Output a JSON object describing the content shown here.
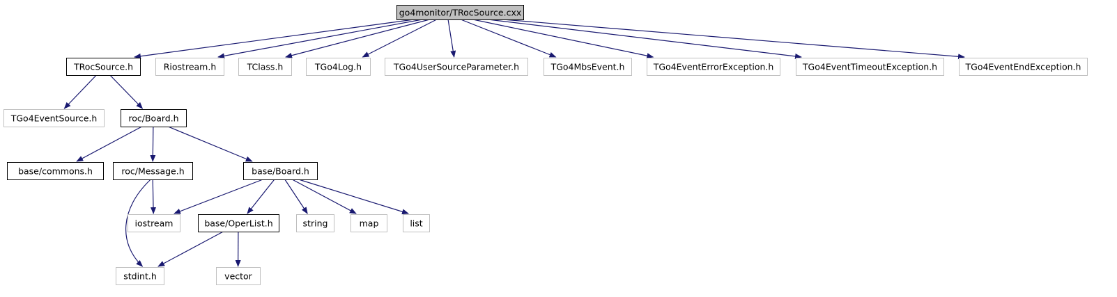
{
  "colors": {
    "edge": "#191970",
    "root_fill": "#bfbfbf",
    "doc_border": "#000000",
    "ext_border": "#bfbfbf",
    "node_fill": "#ffffff",
    "text": "#000000"
  },
  "nodes": [
    {
      "id": "root",
      "label": "go4monitor/TRocSource.cxx",
      "kind": "root"
    },
    {
      "id": "trocsource",
      "label": "TRocSource.h",
      "kind": "documented"
    },
    {
      "id": "riostream",
      "label": "Riostream.h",
      "kind": "external"
    },
    {
      "id": "tclass",
      "label": "TClass.h",
      "kind": "external"
    },
    {
      "id": "tgo4log",
      "label": "TGo4Log.h",
      "kind": "external"
    },
    {
      "id": "usersourceparam",
      "label": "TGo4UserSourceParameter.h",
      "kind": "external"
    },
    {
      "id": "mbsevent",
      "label": "TGo4MbsEvent.h",
      "kind": "external"
    },
    {
      "id": "errorexc",
      "label": "TGo4EventErrorException.h",
      "kind": "external"
    },
    {
      "id": "timeoutexc",
      "label": "TGo4EventTimeoutException.h",
      "kind": "external"
    },
    {
      "id": "endexc",
      "label": "TGo4EventEndException.h",
      "kind": "external"
    },
    {
      "id": "eventsource",
      "label": "TGo4EventSource.h",
      "kind": "external"
    },
    {
      "id": "rocboard",
      "label": "roc/Board.h",
      "kind": "documented"
    },
    {
      "id": "commons",
      "label": "base/commons.h",
      "kind": "documented"
    },
    {
      "id": "rocmessage",
      "label": "roc/Message.h",
      "kind": "documented"
    },
    {
      "id": "baseboard",
      "label": "base/Board.h",
      "kind": "documented"
    },
    {
      "id": "iostream",
      "label": "iostream",
      "kind": "external"
    },
    {
      "id": "operlist",
      "label": "base/OperList.h",
      "kind": "documented"
    },
    {
      "id": "string",
      "label": "string",
      "kind": "external"
    },
    {
      "id": "map",
      "label": "map",
      "kind": "external"
    },
    {
      "id": "list",
      "label": "list",
      "kind": "external"
    },
    {
      "id": "stdint",
      "label": "stdint.h",
      "kind": "external"
    },
    {
      "id": "vector",
      "label": "vector",
      "kind": "external"
    }
  ],
  "edges": [
    {
      "from": "root",
      "to": "trocsource"
    },
    {
      "from": "root",
      "to": "riostream"
    },
    {
      "from": "root",
      "to": "tclass"
    },
    {
      "from": "root",
      "to": "tgo4log"
    },
    {
      "from": "root",
      "to": "usersourceparam"
    },
    {
      "from": "root",
      "to": "mbsevent"
    },
    {
      "from": "root",
      "to": "errorexc"
    },
    {
      "from": "root",
      "to": "timeoutexc"
    },
    {
      "from": "root",
      "to": "endexc"
    },
    {
      "from": "trocsource",
      "to": "eventsource"
    },
    {
      "from": "trocsource",
      "to": "rocboard"
    },
    {
      "from": "rocboard",
      "to": "commons"
    },
    {
      "from": "rocboard",
      "to": "rocmessage"
    },
    {
      "from": "rocboard",
      "to": "baseboard"
    },
    {
      "from": "rocmessage",
      "to": "iostream"
    },
    {
      "from": "rocmessage",
      "to": "stdint"
    },
    {
      "from": "baseboard",
      "to": "iostream"
    },
    {
      "from": "baseboard",
      "to": "operlist"
    },
    {
      "from": "baseboard",
      "to": "string"
    },
    {
      "from": "baseboard",
      "to": "map"
    },
    {
      "from": "baseboard",
      "to": "list"
    },
    {
      "from": "operlist",
      "to": "stdint"
    },
    {
      "from": "operlist",
      "to": "vector"
    }
  ]
}
